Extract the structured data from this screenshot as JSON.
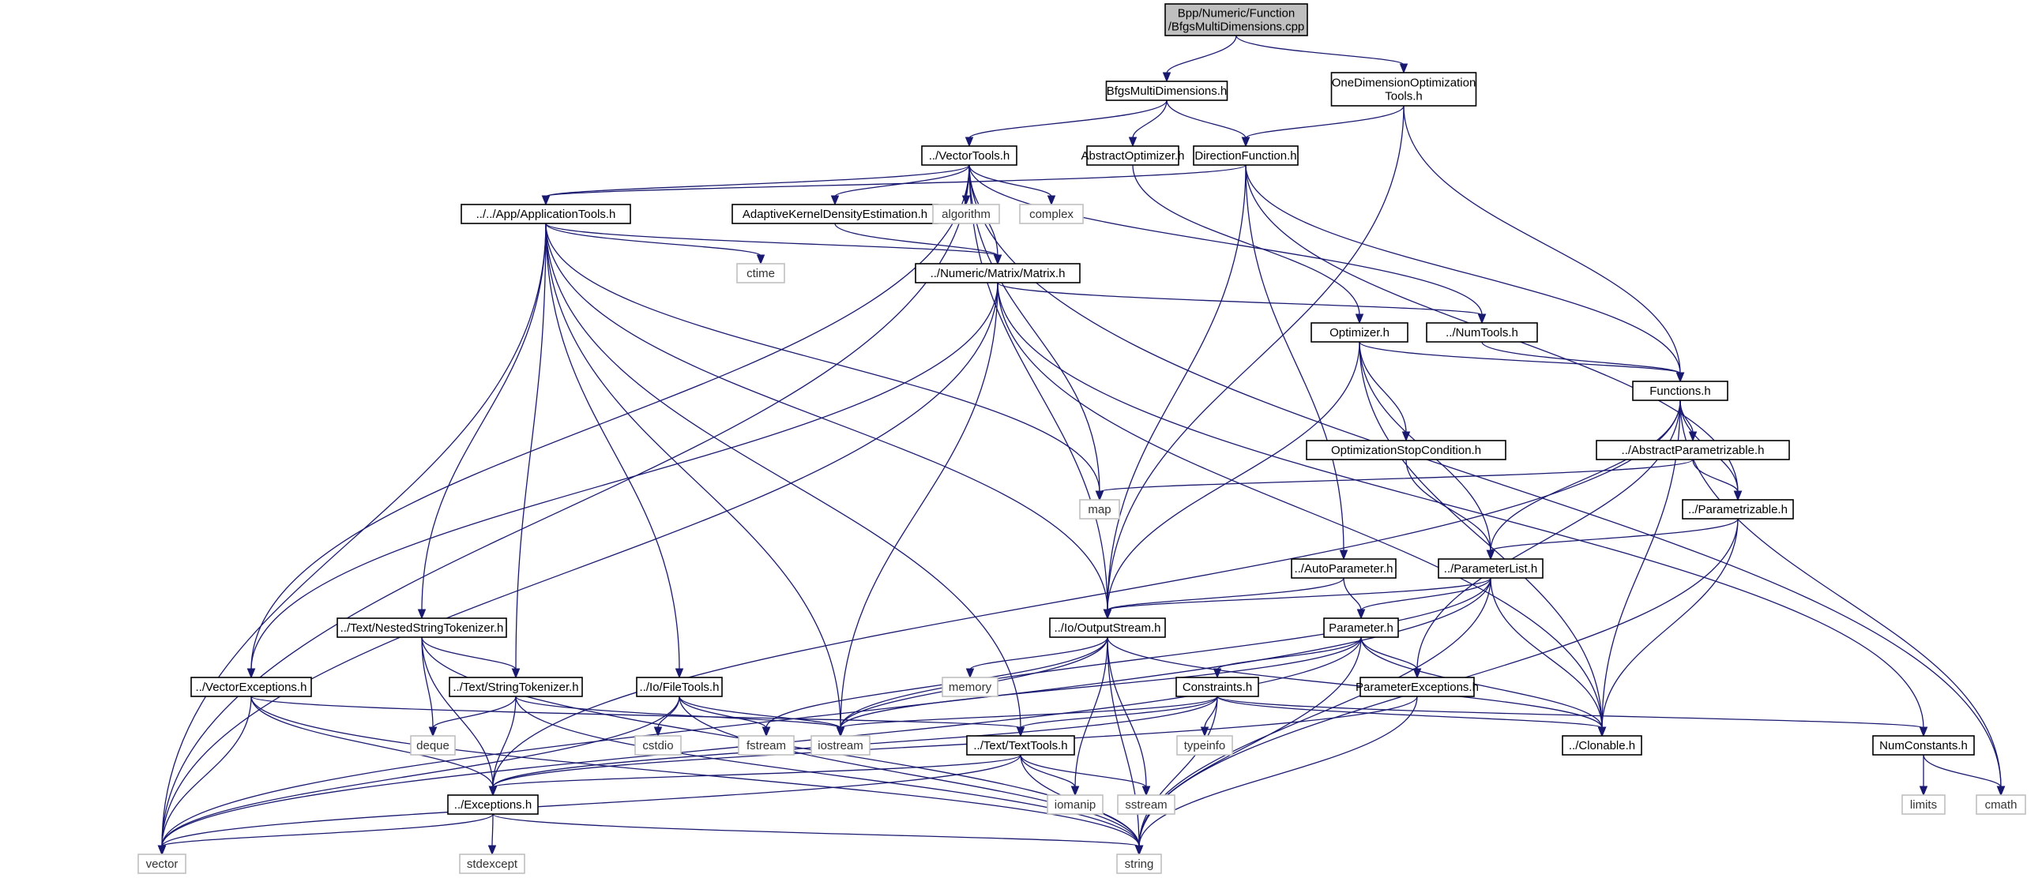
{
  "graph": {
    "title": "Bpp/Numeric/Function/BfgsMultiDimensions.cpp include dependency graph",
    "colors": {
      "edge": "#191970",
      "root_fill": "#bfbfbf",
      "local_border": "#000000",
      "system_border": "#bfbfbf"
    },
    "nodes": [
      {
        "id": "root",
        "label": [
          "Bpp/Numeric/Function",
          "/BfgsMultiDimensions.cpp"
        ],
        "kind": "root"
      },
      {
        "id": "bfgs",
        "label": [
          "BfgsMultiDimensions.h"
        ],
        "kind": "local"
      },
      {
        "id": "odot",
        "label": [
          "OneDimensionOptimization",
          "Tools.h"
        ],
        "kind": "local"
      },
      {
        "id": "vt",
        "label": [
          "../VectorTools.h"
        ],
        "kind": "local"
      },
      {
        "id": "aopt",
        "label": [
          "AbstractOptimizer.h"
        ],
        "kind": "local"
      },
      {
        "id": "dirf",
        "label": [
          "DirectionFunction.h"
        ],
        "kind": "local"
      },
      {
        "id": "appt",
        "label": [
          "../../App/ApplicationTools.h"
        ],
        "kind": "local"
      },
      {
        "id": "akde",
        "label": [
          "AdaptiveKernelDensityEstimation.h"
        ],
        "kind": "local"
      },
      {
        "id": "algorithm",
        "label": [
          "algorithm"
        ],
        "kind": "sys"
      },
      {
        "id": "complex",
        "label": [
          "complex"
        ],
        "kind": "sys"
      },
      {
        "id": "ctime",
        "label": [
          "ctime"
        ],
        "kind": "sys"
      },
      {
        "id": "matrix",
        "label": [
          "../Numeric/Matrix/Matrix.h"
        ],
        "kind": "local"
      },
      {
        "id": "opt",
        "label": [
          "Optimizer.h"
        ],
        "kind": "local"
      },
      {
        "id": "numt",
        "label": [
          "../NumTools.h"
        ],
        "kind": "local"
      },
      {
        "id": "funcs",
        "label": [
          "Functions.h"
        ],
        "kind": "local"
      },
      {
        "id": "osc",
        "label": [
          "OptimizationStopCondition.h"
        ],
        "kind": "local"
      },
      {
        "id": "abspar",
        "label": [
          "../AbstractParametrizable.h"
        ],
        "kind": "local"
      },
      {
        "id": "map",
        "label": [
          "map"
        ],
        "kind": "sys"
      },
      {
        "id": "param",
        "label": [
          "../Parametrizable.h"
        ],
        "kind": "local"
      },
      {
        "id": "autop",
        "label": [
          "../AutoParameter.h"
        ],
        "kind": "local"
      },
      {
        "id": "plist",
        "label": [
          "../ParameterList.h"
        ],
        "kind": "local"
      },
      {
        "id": "nst",
        "label": [
          "../Text/NestedStringTokenizer.h"
        ],
        "kind": "local"
      },
      {
        "id": "ostream",
        "label": [
          "../Io/OutputStream.h"
        ],
        "kind": "local"
      },
      {
        "id": "parameter",
        "label": [
          "Parameter.h"
        ],
        "kind": "local"
      },
      {
        "id": "vexc",
        "label": [
          "../VectorExceptions.h"
        ],
        "kind": "local"
      },
      {
        "id": "stok",
        "label": [
          "../Text/StringTokenizer.h"
        ],
        "kind": "local"
      },
      {
        "id": "ftools",
        "label": [
          "../Io/FileTools.h"
        ],
        "kind": "local"
      },
      {
        "id": "memory",
        "label": [
          "memory"
        ],
        "kind": "sys"
      },
      {
        "id": "constr",
        "label": [
          "Constraints.h"
        ],
        "kind": "local"
      },
      {
        "id": "pexc",
        "label": [
          "ParameterExceptions.h"
        ],
        "kind": "local"
      },
      {
        "id": "deque",
        "label": [
          "deque"
        ],
        "kind": "sys"
      },
      {
        "id": "cstdio",
        "label": [
          "cstdio"
        ],
        "kind": "sys"
      },
      {
        "id": "fstream",
        "label": [
          "fstream"
        ],
        "kind": "sys"
      },
      {
        "id": "iostream",
        "label": [
          "iostream"
        ],
        "kind": "sys"
      },
      {
        "id": "ttools",
        "label": [
          "../Text/TextTools.h"
        ],
        "kind": "local"
      },
      {
        "id": "typeinfo",
        "label": [
          "typeinfo"
        ],
        "kind": "sys"
      },
      {
        "id": "clonable",
        "label": [
          "../Clonable.h"
        ],
        "kind": "local"
      },
      {
        "id": "numc",
        "label": [
          "NumConstants.h"
        ],
        "kind": "local"
      },
      {
        "id": "exc",
        "label": [
          "../Exceptions.h"
        ],
        "kind": "local"
      },
      {
        "id": "iomanip",
        "label": [
          "iomanip"
        ],
        "kind": "sys"
      },
      {
        "id": "sstream",
        "label": [
          "sstream"
        ],
        "kind": "sys"
      },
      {
        "id": "limits",
        "label": [
          "limits"
        ],
        "kind": "sys"
      },
      {
        "id": "cmath",
        "label": [
          "cmath"
        ],
        "kind": "sys"
      },
      {
        "id": "vector",
        "label": [
          "vector"
        ],
        "kind": "sys"
      },
      {
        "id": "stdexcept",
        "label": [
          "stdexcept"
        ],
        "kind": "sys"
      },
      {
        "id": "string",
        "label": [
          "string"
        ],
        "kind": "sys"
      }
    ],
    "edges": [
      [
        "root",
        "bfgs"
      ],
      [
        "root",
        "odot"
      ],
      [
        "bfgs",
        "vt"
      ],
      [
        "bfgs",
        "aopt"
      ],
      [
        "bfgs",
        "dirf"
      ],
      [
        "odot",
        "dirf"
      ],
      [
        "odot",
        "funcs"
      ],
      [
        "odot",
        "ostream"
      ],
      [
        "vt",
        "appt"
      ],
      [
        "vt",
        "akde"
      ],
      [
        "vt",
        "algorithm"
      ],
      [
        "vt",
        "complex"
      ],
      [
        "vt",
        "matrix"
      ],
      [
        "vt",
        "map"
      ],
      [
        "vt",
        "numt"
      ],
      [
        "vt",
        "vexc"
      ],
      [
        "vt",
        "vector"
      ],
      [
        "vt",
        "cmath"
      ],
      [
        "vt",
        "ostream"
      ],
      [
        "aopt",
        "opt"
      ],
      [
        "dirf",
        "appt"
      ],
      [
        "dirf",
        "funcs"
      ],
      [
        "dirf",
        "autop"
      ],
      [
        "dirf",
        "ostream"
      ],
      [
        "dirf",
        "param"
      ],
      [
        "appt",
        "ctime"
      ],
      [
        "appt",
        "matrix"
      ],
      [
        "appt",
        "nst"
      ],
      [
        "appt",
        "stok"
      ],
      [
        "appt",
        "ftools"
      ],
      [
        "appt",
        "ttools"
      ],
      [
        "appt",
        "iostream"
      ],
      [
        "appt",
        "ostream"
      ],
      [
        "appt",
        "vector"
      ],
      [
        "appt",
        "map"
      ],
      [
        "akde",
        "matrix"
      ],
      [
        "matrix",
        "numt"
      ],
      [
        "matrix",
        "vexc"
      ],
      [
        "matrix",
        "iostream"
      ],
      [
        "matrix",
        "clonable"
      ],
      [
        "matrix",
        "vector"
      ],
      [
        "matrix",
        "numc"
      ],
      [
        "opt",
        "funcs"
      ],
      [
        "opt",
        "osc"
      ],
      [
        "opt",
        "plist"
      ],
      [
        "opt",
        "ostream"
      ],
      [
        "opt",
        "clonable"
      ],
      [
        "numt",
        "funcs"
      ],
      [
        "funcs",
        "abspar"
      ],
      [
        "funcs",
        "param"
      ],
      [
        "funcs",
        "plist"
      ],
      [
        "funcs",
        "pexc"
      ],
      [
        "funcs",
        "exc"
      ],
      [
        "funcs",
        "clonable"
      ],
      [
        "funcs",
        "cmath"
      ],
      [
        "osc",
        "plist"
      ],
      [
        "abspar",
        "param"
      ],
      [
        "abspar",
        "map"
      ],
      [
        "param",
        "plist"
      ],
      [
        "param",
        "clonable"
      ],
      [
        "param",
        "string"
      ],
      [
        "autop",
        "parameter"
      ],
      [
        "autop",
        "ostream"
      ],
      [
        "plist",
        "parameter"
      ],
      [
        "plist",
        "ostream"
      ],
      [
        "plist",
        "clonable"
      ],
      [
        "plist",
        "string"
      ],
      [
        "plist",
        "vector"
      ],
      [
        "plist",
        "iostream"
      ],
      [
        "nst",
        "stok"
      ],
      [
        "nst",
        "deque"
      ],
      [
        "nst",
        "exc"
      ],
      [
        "nst",
        "string"
      ],
      [
        "ostream",
        "memory"
      ],
      [
        "ostream",
        "iomanip"
      ],
      [
        "ostream",
        "sstream"
      ],
      [
        "ostream",
        "string"
      ],
      [
        "ostream",
        "fstream"
      ],
      [
        "ostream",
        "iostream"
      ],
      [
        "ostream",
        "clonable"
      ],
      [
        "parameter",
        "constr"
      ],
      [
        "parameter",
        "pexc"
      ],
      [
        "parameter",
        "clonable"
      ],
      [
        "parameter",
        "iostream"
      ],
      [
        "parameter",
        "string"
      ],
      [
        "parameter",
        "vector"
      ],
      [
        "vexc",
        "exc"
      ],
      [
        "vexc",
        "vector"
      ],
      [
        "vexc",
        "string"
      ],
      [
        "vexc",
        "ttools"
      ],
      [
        "stok",
        "deque"
      ],
      [
        "stok",
        "exc"
      ],
      [
        "stok",
        "string"
      ],
      [
        "stok",
        "iostream"
      ],
      [
        "ftools",
        "cstdio"
      ],
      [
        "ftools",
        "fstream"
      ],
      [
        "ftools",
        "iostream"
      ],
      [
        "ftools",
        "vector"
      ],
      [
        "ftools",
        "string"
      ],
      [
        "constr",
        "typeinfo"
      ],
      [
        "constr",
        "ttools"
      ],
      [
        "constr",
        "string"
      ],
      [
        "constr",
        "clonable"
      ],
      [
        "constr",
        "numc"
      ],
      [
        "constr",
        "iostream"
      ],
      [
        "constr",
        "exc"
      ],
      [
        "pexc",
        "exc"
      ],
      [
        "pexc",
        "string"
      ],
      [
        "ttools",
        "iomanip"
      ],
      [
        "ttools",
        "sstream"
      ],
      [
        "ttools",
        "string"
      ],
      [
        "ttools",
        "exc"
      ],
      [
        "ttools",
        "vector"
      ],
      [
        "numc",
        "limits"
      ],
      [
        "numc",
        "cmath"
      ],
      [
        "exc",
        "stdexcept"
      ],
      [
        "exc",
        "vector"
      ],
      [
        "exc",
        "string"
      ]
    ]
  }
}
